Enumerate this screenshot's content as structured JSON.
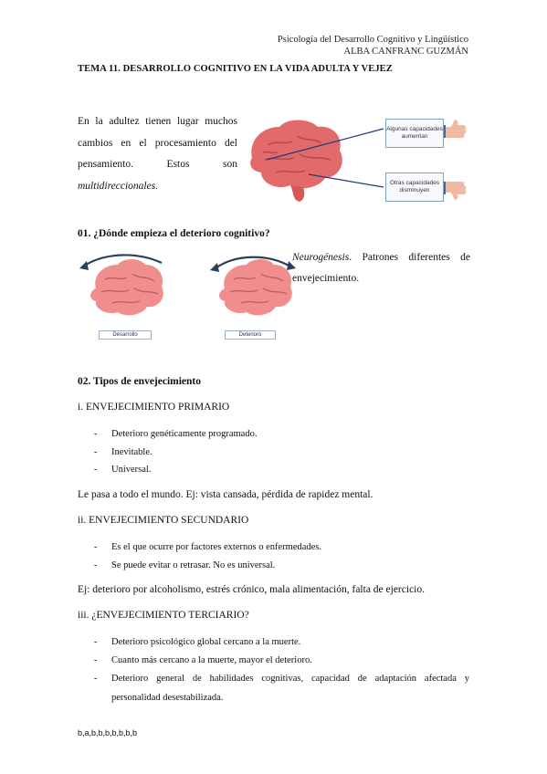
{
  "header": {
    "line1": "Psicología del Desarrollo Cognitivo y Lingüístico",
    "line2": "ALBA CANFRANC GUZMÁN"
  },
  "title": "TEMA 11. DESARROLLO COGNITIVO EN LA VIDA ADULTA Y VEJEZ",
  "intro": {
    "text": "En la adultez tienen lugar muchos cambios en el procesamiento del pensamiento. Estos son",
    "emphasis": "multidireccionales",
    "end": "."
  },
  "figure1": {
    "box_up": "Algunas capacidades aumentan",
    "box_down": "Otras capacidades disminuyen",
    "colors": {
      "brain": "#e36a6a",
      "arrow": "#1f3d7a",
      "thumb": "#f2b9a4",
      "cuff": "#2d6fb3"
    }
  },
  "section1": {
    "heading": "01. ¿Dónde empieza el deterioro cognitivo?",
    "neuro_emph": "Neurogénesis",
    "neuro_text": ". Patrones diferentes de envejecimiento.",
    "label_left": "Desarrollo",
    "label_right": "Deterioro"
  },
  "section2": {
    "heading": "02. Tipos de envejecimiento",
    "primary": {
      "title": "i. ENVEJECIMIENTO PRIMARIO",
      "items": [
        "Deterioro genéticamente programado.",
        "Inevitable.",
        "Universal."
      ],
      "note": "Le pasa a todo el mundo. Ej: vista cansada, pérdida de rapidez mental."
    },
    "secondary": {
      "title": "ii. ENVEJECIMIENTO SECUNDARIO",
      "items": [
        "Es el que ocurre por factores externos o enfermedades.",
        "Se puede evitar o retrasar. No es universal."
      ],
      "note": "Ej: deterioro por alcoholismo, estrés crónico, mala alimentación, falta de ejercicio."
    },
    "tertiary": {
      "title": "iii. ¿ENVEJECIMIENTO TERCIARIO?",
      "items": [
        "Deterioro psicológico global cercano a la muerte.",
        "Cuanto más cercano a la muerte, mayor el deterioro.",
        "Deterioro general de habilidades cognitivas, capacidad de adaptación afectada y personalidad desestabilizada."
      ]
    }
  },
  "dash": "-",
  "footer": "b,a,b,b,b,b,b,b,b"
}
